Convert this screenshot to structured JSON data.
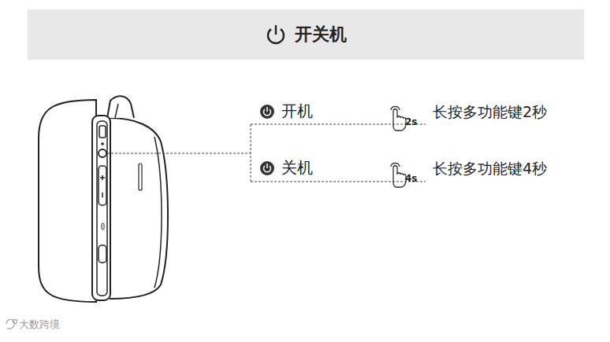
{
  "diagram": {
    "nodes": [
      {
        "text": [
          "开关机"
        ]
      }
    ],
    "labels": [
      "开机",
      "2s",
      "长按多功能键2秒",
      "关机",
      "4s",
      "长按多功能键4秒",
      "大数跨境"
    ]
  }
}
